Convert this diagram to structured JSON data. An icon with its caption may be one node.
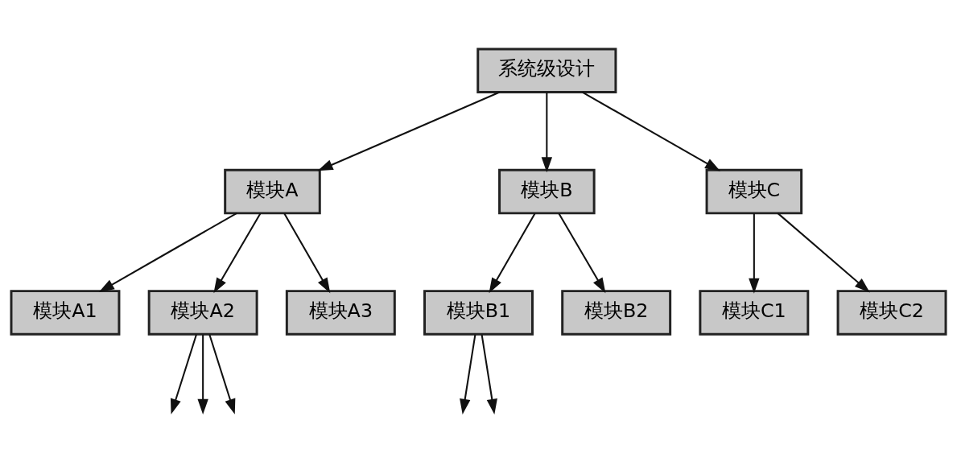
{
  "diagram": {
    "nodes": [
      {
        "text": [
          "系统级设计"
        ]
      },
      {
        "text": [
          "模块A"
        ]
      },
      {
        "text": [
          "模块B"
        ]
      },
      {
        "text": [
          "模块C"
        ]
      },
      {
        "text": [
          "模块A1"
        ]
      },
      {
        "text": [
          "模块A2"
        ]
      },
      {
        "text": [
          "模块A3"
        ]
      },
      {
        "text": [
          "模块B1"
        ]
      },
      {
        "text": [
          "模块B2"
        ]
      },
      {
        "text": [
          "模块C1"
        ]
      },
      {
        "text": [
          "模块C2"
        ]
      }
    ],
    "edges": [
      {
        "from": 0,
        "to": 1,
        "arrow": "to"
      },
      {
        "from": 0,
        "to": 2,
        "arrow": "to"
      },
      {
        "from": 0,
        "to": 3,
        "arrow": "to"
      },
      {
        "from": 1,
        "to": 4,
        "arrow": "to"
      },
      {
        "from": 1,
        "to": 5,
        "arrow": "to"
      },
      {
        "from": 1,
        "to": 6,
        "arrow": "to"
      },
      {
        "from": 2,
        "to": 7,
        "arrow": "to"
      },
      {
        "from": 2,
        "to": 8,
        "arrow": "to"
      },
      {
        "from": 3,
        "to": 9,
        "arrow": "to"
      },
      {
        "from": 3,
        "to": 10,
        "arrow": "to"
      },
      {
        "from": 5,
        "to": null,
        "arrow": "to"
      },
      {
        "from": 5,
        "to": null,
        "arrow": "to"
      },
      {
        "from": 5,
        "to": null,
        "arrow": "to"
      },
      {
        "from": 7,
        "to": null,
        "arrow": "to"
      },
      {
        "from": 7,
        "to": null,
        "arrow": "to"
      }
    ]
  }
}
